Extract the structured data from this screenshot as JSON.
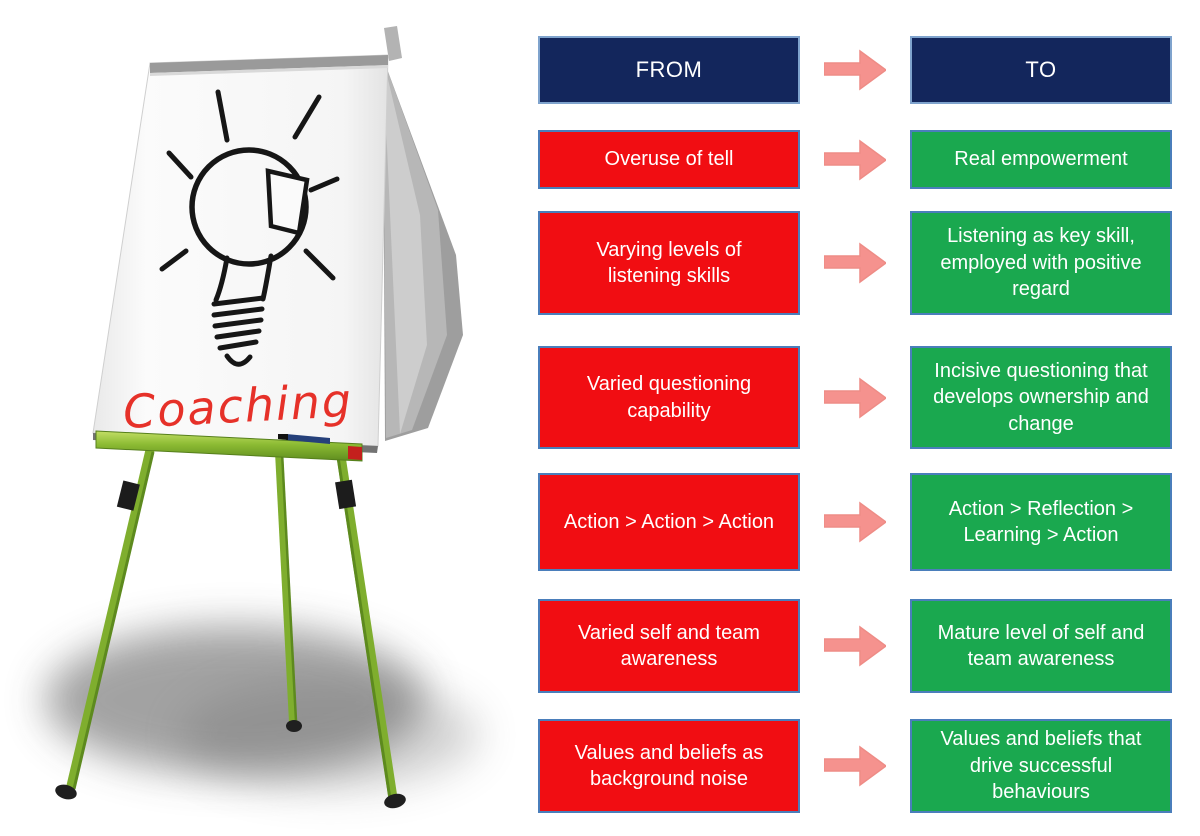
{
  "colors": {
    "navy": "#13265c",
    "red": "#f10d12",
    "green": "#1aa84f",
    "arrow": "#f5928e",
    "border-blue": "#4a7ebb",
    "header-border": "#7fa3cd",
    "coaching-red": "#e63129",
    "easel-green": "#7fae2e"
  },
  "easel": {
    "label": "Coaching",
    "icon": "flipchart-easel-with-lightbulb-doodle"
  },
  "table": {
    "headers": {
      "from": "FROM",
      "to": "TO"
    },
    "rows": [
      {
        "from": "Overuse of tell",
        "to": "Real empowerment"
      },
      {
        "from": "Varying levels of listening skills",
        "to": "Listening as key skill, employed with positive regard"
      },
      {
        "from": "Varied questioning capability",
        "to": "Incisive questioning that develops ownership and change"
      },
      {
        "from": "Action > Action > Action",
        "to": "Action > Reflection > Learning > Action"
      },
      {
        "from": "Varied self and team awareness",
        "to": "Mature level of self and team awareness"
      },
      {
        "from": "Values  and beliefs as background noise",
        "to": "Values and beliefs that drive successful behaviours"
      }
    ]
  }
}
